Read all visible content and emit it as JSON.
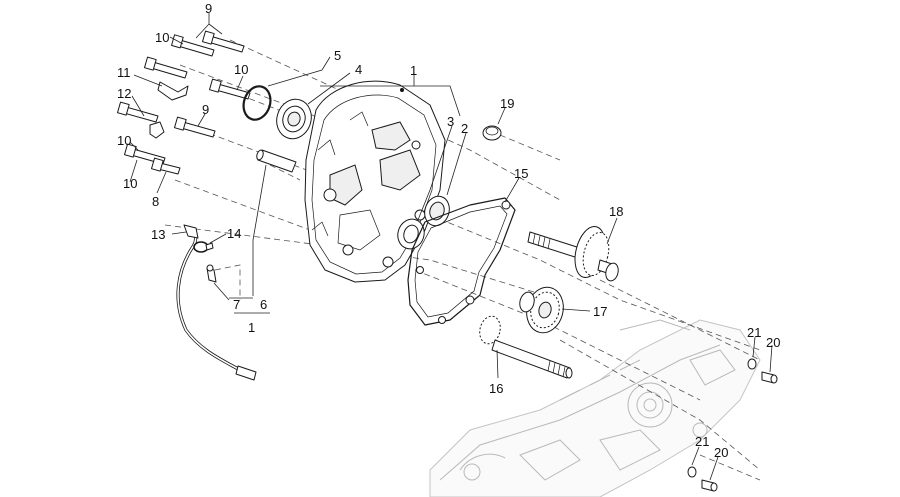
{
  "diagram": {
    "callouts": {
      "c9a": "9",
      "c10a": "10",
      "c5": "5",
      "c4": "4",
      "c1a": "1",
      "c11": "11",
      "c10b": "10",
      "c12": "12",
      "c9b": "9",
      "c19": "19",
      "c3": "3",
      "c2": "2",
      "c10c": "10",
      "c10d": "10",
      "c8": "8",
      "c15": "15",
      "c18": "18",
      "c13": "13",
      "c14": "14",
      "c7": "7",
      "c6": "6",
      "c1b": "1",
      "c17": "17",
      "c21a": "21",
      "c20a": "20",
      "c16": "16",
      "c21b": "21",
      "c20b": "20"
    }
  }
}
